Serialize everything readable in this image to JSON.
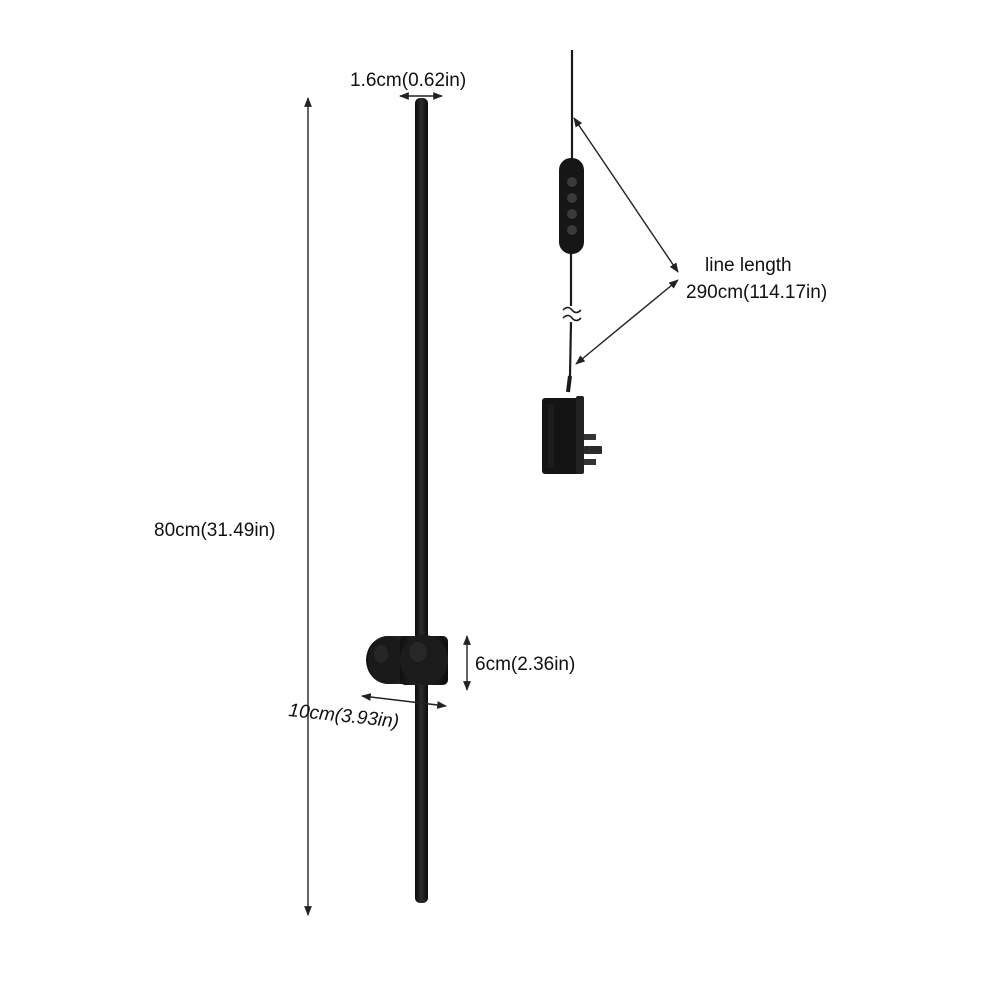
{
  "diagram": {
    "colors": {
      "product": "#151515",
      "dimension_line": "#222222",
      "background": "#ffffff"
    },
    "labels": {
      "tube_width": "1.6cm(0.62in)",
      "total_height": "80cm(31.49in)",
      "base_height": "6cm(2.36in)",
      "base_depth": "10cm(3.93in)",
      "cable_title": "line length",
      "cable_length": "290cm(114.17in)"
    },
    "parts": [
      "light-bar",
      "wall-mount-cylinder",
      "power-cable",
      "dimmer-switch",
      "plug-adapter"
    ],
    "dimmer": {
      "button_count": 4
    }
  }
}
